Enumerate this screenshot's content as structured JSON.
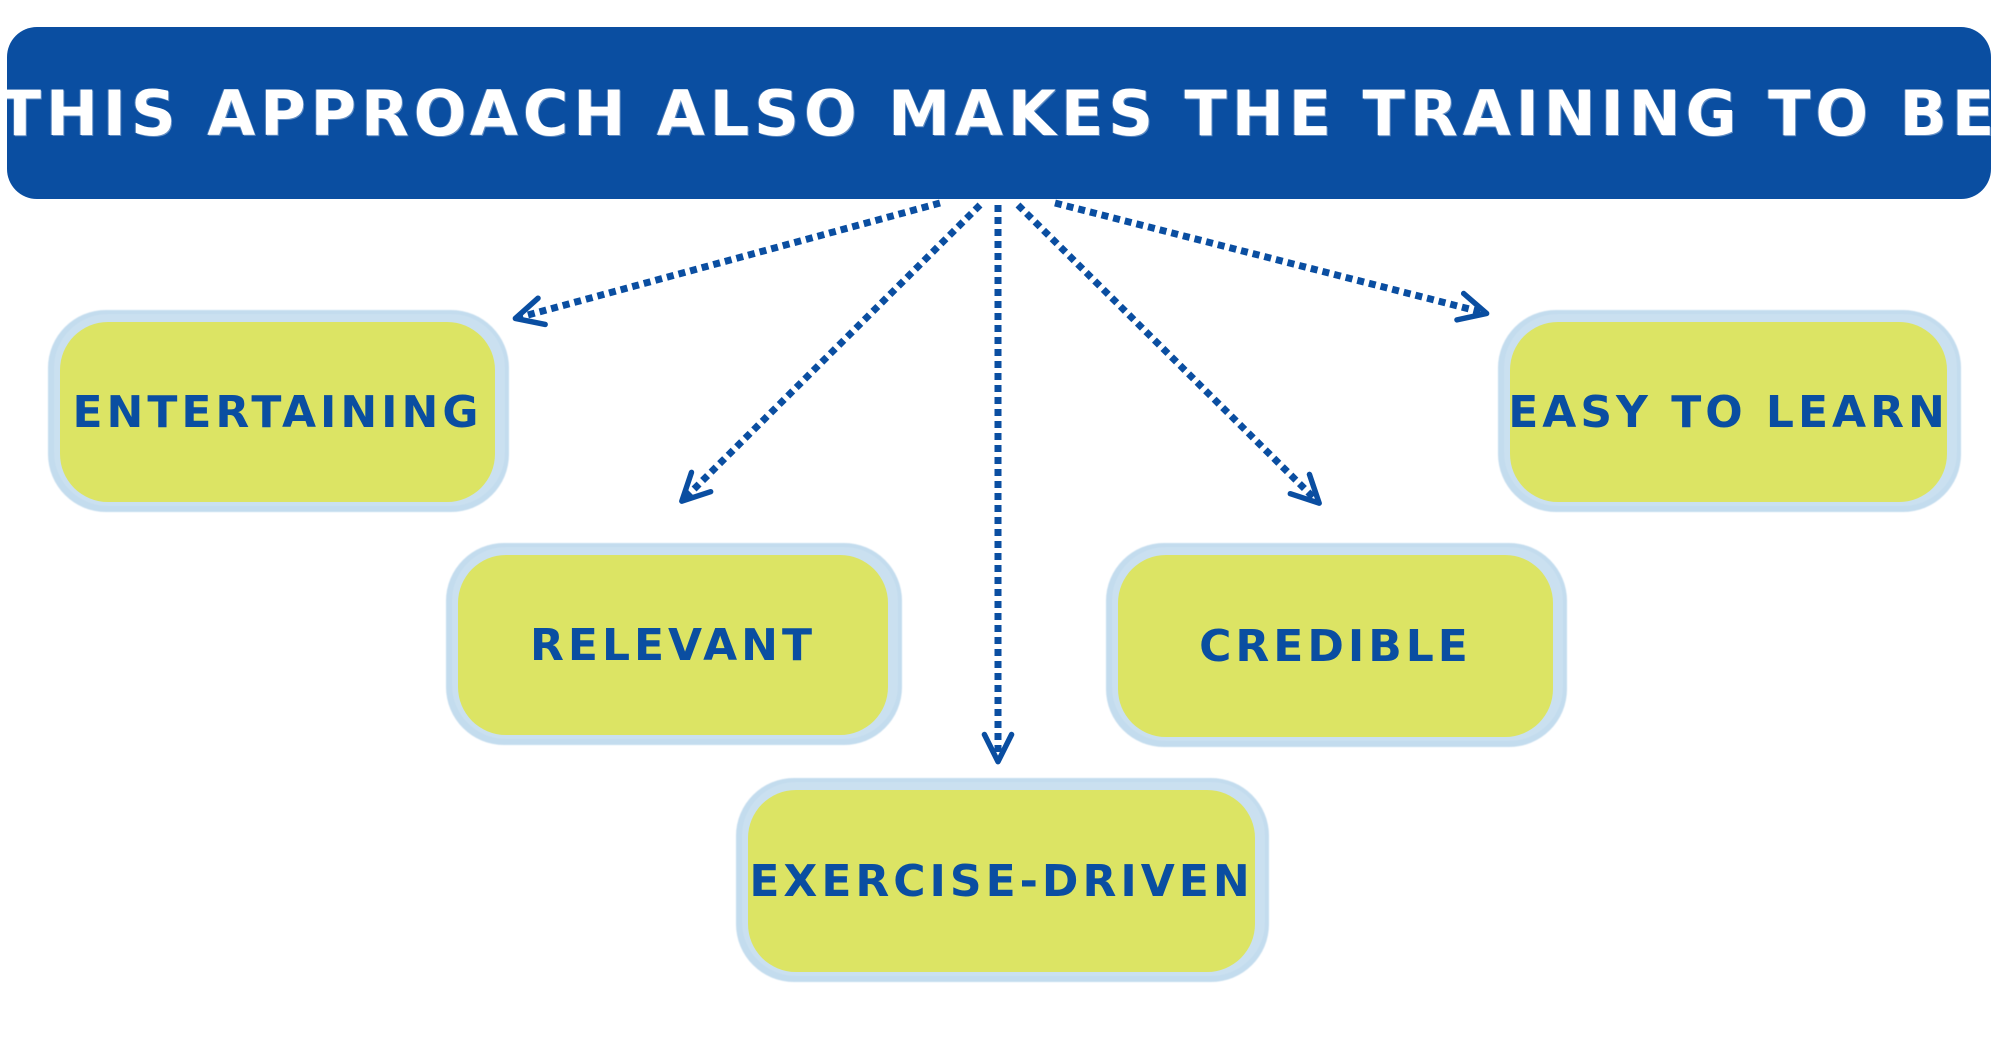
{
  "title": "THIS APPROACH ALSO MAKES THE TRAINING TO BE",
  "nodes": [
    {
      "id": "entertaining",
      "label": "ENTERTAINING"
    },
    {
      "id": "relevant",
      "label": "RELEVANT"
    },
    {
      "id": "exercise-driven",
      "label": "EXERCISE-DRIVEN"
    },
    {
      "id": "credible",
      "label": "CREDIBLE"
    },
    {
      "id": "easy-to-learn",
      "label": "EASY TO LEARN"
    }
  ],
  "colors": {
    "banner": "#0a4ea1",
    "banner_text": "#ffffff",
    "node_fill": "#dce464",
    "node_halo": "#c3dcee",
    "node_text": "#0a4ea1",
    "arrow": "#0a4ea1"
  }
}
